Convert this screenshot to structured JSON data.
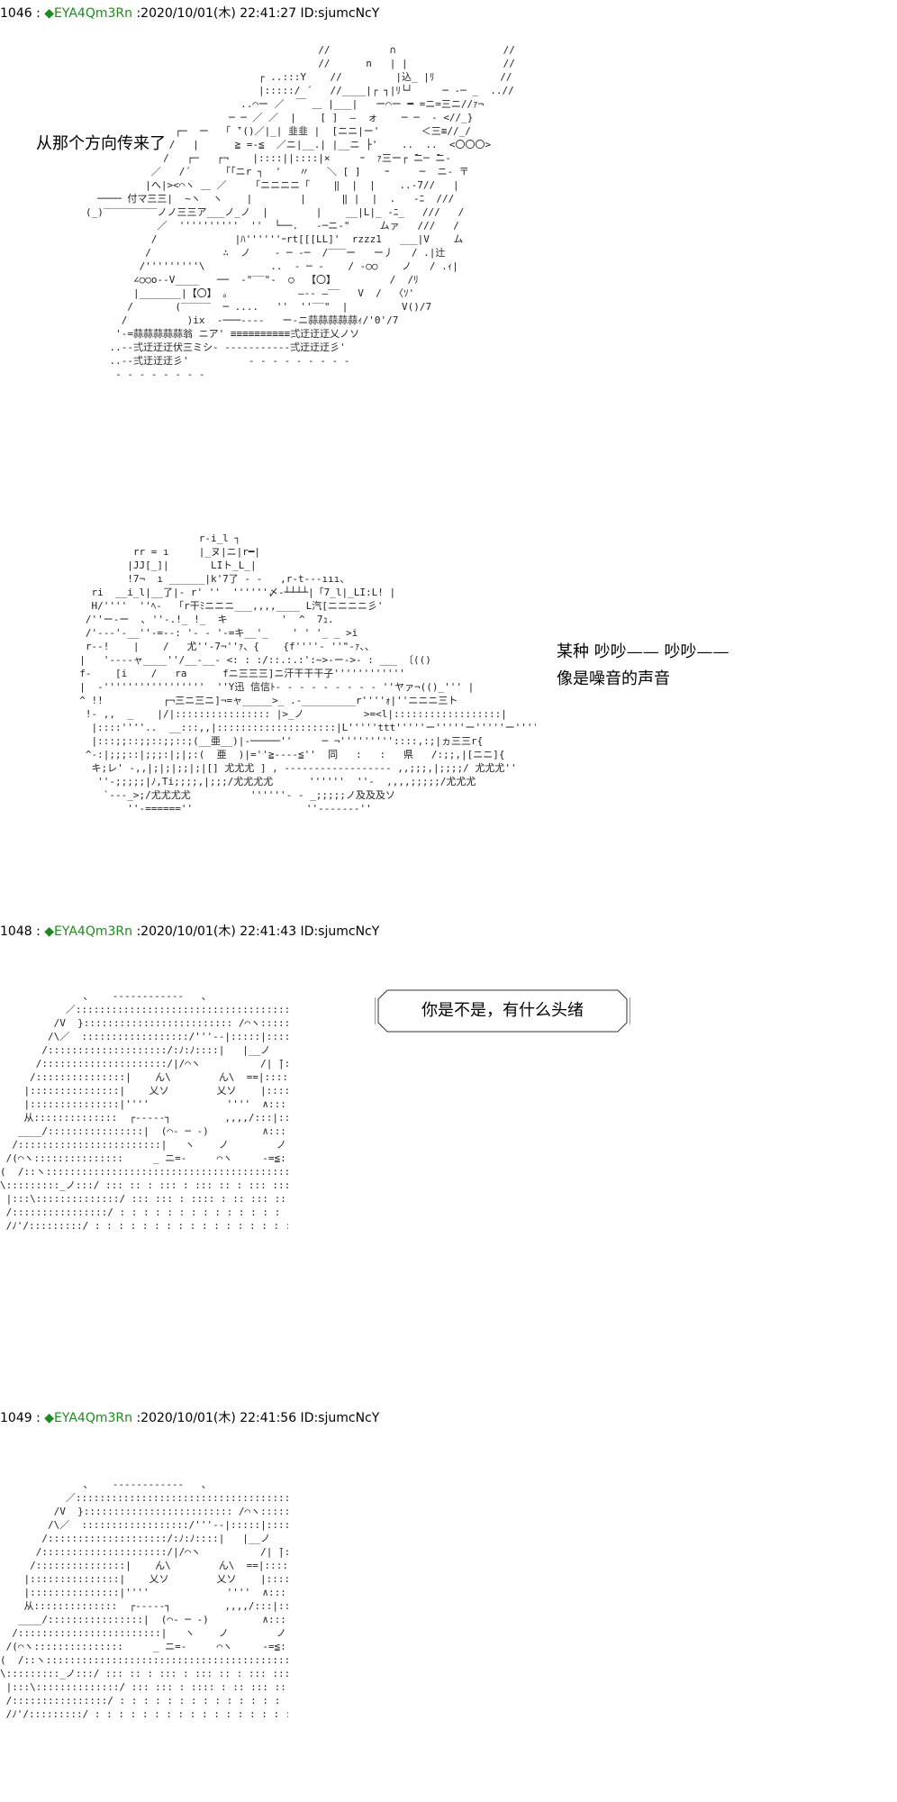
{
  "posts": [
    {
      "number": "1046",
      "separator": " : ",
      "trip": "◆EYA4Qm3Rn",
      "meta": " :2020/10/01(木) 22:41:27 ID:sjumcNcY"
    },
    {
      "number": "1048",
      "separator": " : ",
      "trip": "◆EYA4Qm3Rn",
      "meta": " :2020/10/01(木) 22:41:43 ID:sjumcNcY"
    },
    {
      "number": "1049",
      "separator": " : ",
      "trip": "◆EYA4Qm3Rn",
      "meta": " :2020/10/01(木) 22:41:56 ID:sjumcNcY"
    }
  ],
  "captions": {
    "direction": "从那个方向传来了",
    "sound_line1": "某种  吵吵——  吵吵——",
    "sound_line2": "像是噪音的声音",
    "bubble": "你是不是，有什么头绪"
  },
  "art": {
    "battleship": "                                       //          ∩                  //\n                                       //      n   | |                //\n                             ┌ ..:::Y    //         |込_ |ﾘ           //\n                             |:::::/ ´   //____|┌ ┐|ﾘ└┘     ─ ‐─ _  ..//\n                          ..⌒ー ／  ￣ ＿ |___|   ー⌒ー ━ =ニ=三ニ//ｧ¬\n                        ─ ─ ／ ／  |    [ ]  ―  ォ    ─ ─  ‐ <//_} \n               ┌─  ー  「 ̄'()／|_| 韭韭 |  [ニニ|ー'       ＜三≡//_/\n              /   |      ≧ =-≦  ／ニ|__.| |__ニ ├'    ..  ..  <〇〇〇>\n             /   ┌─   ┌¬    |::::||::::|×     ｰ  ｧ三ー┌ ̄ニ─ ̄ニ‐\n           ／   /´     「「ニr ┐  '   〃   ＼ [ ]    ｰ     ─  ニ‐ 〒\n          |へ|><⌒ヽ ＿ ／    「ニニニニ「    ‖  |  |    ..-7//   |\n  ──── 付マ三三|  ~ヽ  ヽ    |        |      ‖ |  |  .   -ﾆ  ///\n(_)‾‾‾‾‾‾‾‾‾ノノ三三ア___ノ_ノ  |        |    __|L|_ -ﾆ_   ///   /\n            ／  ''''''''''  ''  └──.   ‐─ニ‐\"     ムァ   ///   /\n           /             |ﾊ''''''ｰrt[[[LL]'  rzzz1   ___|V    ム\n          /            ∴  ノ    ‐ ─ ‐─  /‾‾‾ー   ー丿   / .|辻\n         /'''''''''\\           ..  ‐ ─ ‐    / -○○    ノ   / .ｨ|\n        ∠○○o‐-V____   ──  ‐\"‾‾\"‐  ○  【〇】         /  /ﾘ\n        |_______|【〇】 。           ―‐‐ ―‾‾   V  /  〈ｿ'\n       /       (‾‾‾‾‾  ─ ....   ''  ''‾‾\"  |         V()/7\n      /          )ix  ‐───‐‐‐‐   ー‐ニ蒜蒜蒜蒜蒜ｨ/'0'/7\n     '‐=蒜蒜蒜蒜蒜翁 ニア' ≡≡≡≡≡≡≡≡≡≡弍迂迂迂乂ノソ\n    ..-‐弍迂迂迂伏三ミシ‐ ‐‐‐‐‐‐‐‐‐‐‐弍迂迂迂彡'\n    ..‐‐弍迂迂迂彡'          ‐ ‐ ‐ ‐ ‐ ‐ ‐ ‐ ‐\n     ‐ ‐ ‐ ‐ ‐ ‐ ‐ ‐",
    "tank": "                      r-i_l ┐\n           rr = ı     |_ヌ|ニ|r━|\n          |JJ[_]|       LIト_L_|\n          !7¬  ı ______|k'7了 - -   ,r-t---ııı、\n    ri  __i_l|__了|- r' ''  ''''''〆-┴┴┴┴|「7_l|_LI:L! |\n    H/''''  ''ﾍ-  「r干ﾐニニニ___,,,,____ L汽[ニニニニ彡'\n   /''ー-ー  ､ ''‐.!_ !_  キ         '  ^  7ｭ.\n   /'‐--'‐__''‐=--: '‐ ‐ '‐=キ__'_    ' ' '_ _ >i\n   r--!    |    /   尤''-7¬''ｧ、{    {f''''‐ ''\"-ｧ、、\n  |   '‐‐--ャ____''/__‐__‐ <: : :/::.:.:':~>-ー->- : ___ 〔(()\n  f‐    [i    /   ra      fニ三三三]ニ汗干干干子''''''''''''\n  |  ‐'''''''''''''''''  ''Y迅 信信ﾄ‐ ‐ ‐ ‐ ‐ ‐ ‐ ‐ ‐ ''ヤァ¬(()_''' |\n  ^ !!          ┌¬三ニ三ニ]¬=ャ_____>_ .‐_________r''''ｫ|''ニニニ三ト\n   !‐ ,,  _    |/|:::::::::::::::: |>_ノ          >=<l|::::::::::::::::::|\n    |::::''''..  __:::,,|::::::::::::::::::::|L'''''ttt'''''ー'''''ー'''''ー'''''tt''''ー  A!|::::::::::::::::|\n    |:::;;::;;::;;::;(__亜__)|‐─────''     ─ ¬'''''''''::::,:;|ヵ三三r{\n   ^‐:|;;;::|;;;:|;|;:(  亜  )|=''≧----≦''  同   :   :   県   /:;;,|[ニニ]{\n    キ;レ' ‐,,|;|;|;;|;|[] 尤尤尤 ] , ‐‐‐‐‐‐‐‐‐‐‐‐‐‐‐‐‐‐ ,,;;;,|;;;;/ 尤尤尤''\n     ''‐;;;;;|ﾉ,Ti;;;;,|;;;/尤尤尤尤      ''''''  ''‐  ,,,,;;;;;/尤尤尤\n      `‐‐-_>;/尤尤尤尤          ''''''‐ ‐ _;;;;;ノ及及及ソ\n          ''‐======''                   ''‐‐‐‐‐‐‐''",
    "character1": "              ､    ‐‐‐‐‐‐‐‐‐‐‐‐   ､\n           ／::::::::::::::::::::::::::::::::::::::::::＼\n         /V  }::::::::::::::::::::::::: /⌒ヽ::::::::::::｀\n        /\\／  ::::::::::::::::::/'''‐‐|:::::|::::::∧::::::::::\n       /::::::::::::::::::::/:ﾉ:ﾉ::::|   |__ノ   /⌒ヽ:::::\n      /:::::::::::::::::::::/|/⌒ヽ          /| ̄|:::::::::::|\n     /:::::::::::::::|    ん\\        ん\\  ==|:::::::::|\n    |:::::::::::::::|    乂ソ        乂ソ    |::::::::::|\n    |:::::::::::::::|''''             ''''  ∧::::::::::\n    从::::::::::::::  ┌‐‐‐‐‐┐         ,,,,/:::|::::/V\n   ____/::::::::::::::::|  (⌒‐ ─ ‐)         ∧::::::|\n  /::::::::::::::::::::::::|   ヽ    ノ        ノ:::::::::|\n /(⌒ヽ:::::::::::::::     _ ニ=-     ⌒ヽ     -=≦::::::::|\n(  /::ヽ:::::::::::::::::::::::::::::::::::::::::::::::::::::::/W/ﾄ|ハノ\n\\:::::::::_ノ:::/ ::: :: : ::: : ::: :: : ::: :::: ::::::\\\n |:::\\::::::::::::::/ ::: ::: : :::: : :: ::: ::: :::\\ ____\n /::::::::::::::::/ : : : : : : : : : : : : : : : : : : : : \\\n /ﾉ'/:::::::::/ : : : : : : : : : : : : : : : : : : : : : : : : \\",
    "character2": "              ､    ‐‐‐‐‐‐‐‐‐‐‐‐   ､\n           ／::::::::::::::::::::::::::::::::::::::::::＼\n         /V  }::::::::::::::::::::::::: /⌒ヽ::::::::::::｀\n        /\\／  ::::::::::::::::::/'''‐‐|:::::|::::::∧::::::::::\n       /::::::::::::::::::::/:ﾉ:ﾉ::::|   |__ノ   /⌒ヽ:::::\n      /:::::::::::::::::::::/|/⌒ヽ          /| ̄|:::::::::::|\n     /:::::::::::::::|    ん\\        ん\\  ==|:::::::::|\n    |:::::::::::::::|    乂ソ        乂ソ    |::::::::::|\n    |:::::::::::::::|''''             ''''  ∧::::::::::\n    从::::::::::::::  ┌‐‐‐‐‐┐         ,,,,/:::|::::/V\n   ____/::::::::::::::::|  (⌒‐ ─ ‐)         ∧::::::|\n  /::::::::::::::::::::::::|   ヽ    ノ        ノ:::::::::|\n /(⌒ヽ:::::::::::::::     _ ニ=-     ⌒ヽ     -=≦::::::::|\n(  /::ヽ:::::::::::::::::::::::::::::::::::::::::::::::::::::::/W/ﾄ|ハノ\n\\:::::::::_ノ:::/ ::: :: : ::: : ::: :: : ::: :::: ::::::\\\n |:::\\::::::::::::::/ ::: ::: : :::: : :: ::: ::: :::\\ ____\n /::::::::::::::::/ : : : : : : : : : : : : : : : : : : : : \\\n /ﾉ'/:::::::::/ : : : : : : : : : : : : : : : : : : : : : : : : \\"
  }
}
